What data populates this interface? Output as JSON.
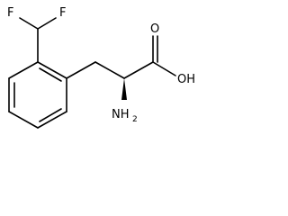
{
  "structure": {
    "atoms": {
      "f_left": "F",
      "f_right": "F",
      "oxygen_carbonyl": "O",
      "hydroxyl": "OH",
      "amine_main": "NH",
      "amine_sub": "2"
    },
    "stereo": "wedge",
    "colors": {
      "line": "#000000",
      "background": "#ffffff"
    }
  }
}
